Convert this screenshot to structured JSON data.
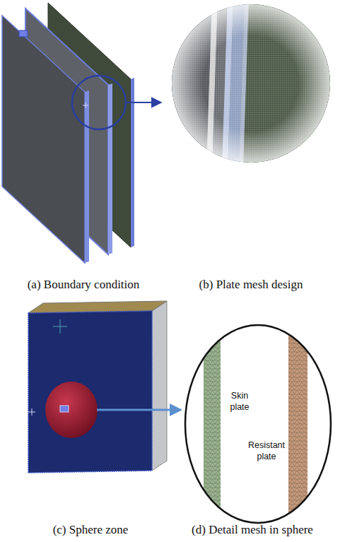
{
  "diagram": {
    "labels": [
      "(a) Boundary condition",
      "(b) Plate mesh design",
      "(c) Sphere zone",
      "(d) Detail mesh in sphere",
      "Skin plate",
      "Resistant plate"
    ]
  }
}
